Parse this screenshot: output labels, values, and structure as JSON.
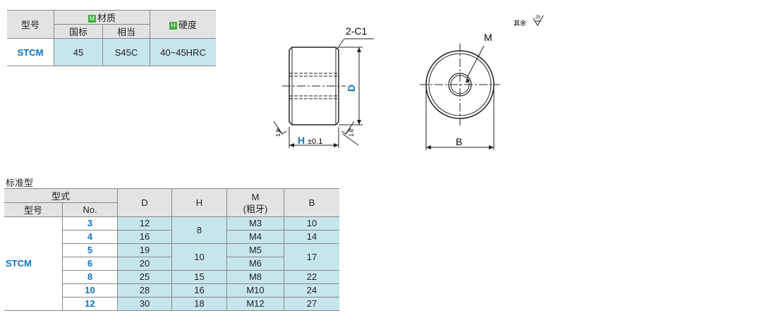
{
  "material_table": {
    "headers": {
      "model": "型号",
      "material": "材质",
      "material_badge": "M",
      "gb": "国标",
      "equiv": "相当",
      "hardness": "硬度",
      "hardness_badge": "H"
    },
    "row": {
      "model": "STCM",
      "gb": "45",
      "equiv": "S45C",
      "hardness": "40~45HRC"
    }
  },
  "drawing": {
    "chamfer_label": "2-C1",
    "m_label": "M",
    "d_label": "D",
    "h_label": "H",
    "h_tol": "±0.1",
    "b_label": "B",
    "rough_left": "1.6",
    "rough_right": "1.6",
    "other_rough_prefix": "其余",
    "other_rough_value": "25"
  },
  "spec_table": {
    "title": "标准型",
    "headers": {
      "type": "型式",
      "model": "型号",
      "no": "No.",
      "d": "D",
      "h": "H",
      "m": "M",
      "m_sub": "(粗牙)",
      "b": "B"
    },
    "model": "STCM",
    "rows": [
      {
        "no": "3",
        "d": "12",
        "m": "M3",
        "b": "10"
      },
      {
        "no": "4",
        "d": "16",
        "m": "M4",
        "b": "14"
      },
      {
        "no": "5",
        "d": "19",
        "m": "M5",
        "b": "17"
      },
      {
        "no": "6",
        "d": "20",
        "m": "M6"
      },
      {
        "no": "8",
        "d": "25",
        "m": "M8",
        "b": "22"
      },
      {
        "no": "10",
        "d": "28",
        "m": "M10",
        "b": "24"
      },
      {
        "no": "12",
        "d": "30",
        "m": "M12",
        "b": "27"
      }
    ],
    "h_values": {
      "g34": "8",
      "g56": "10",
      "r8": "15",
      "r10": "16",
      "r12": "18"
    }
  }
}
